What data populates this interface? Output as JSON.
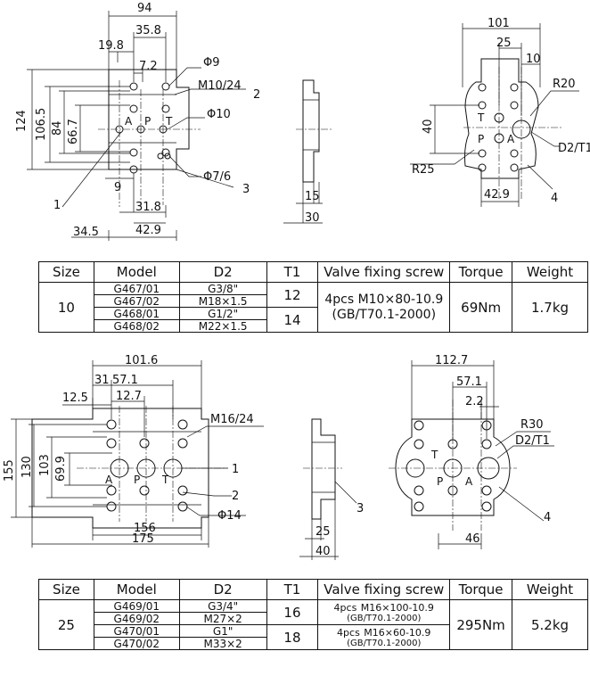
{
  "drawing1": {
    "front_dims": [
      "94",
      "35.8",
      "19.8",
      "7.2",
      "124",
      "106.5",
      "84",
      "66.7",
      "9",
      "31.8",
      "34.5",
      "42.9"
    ],
    "front_labels": [
      "Φ9",
      "M10/24",
      "2",
      "Φ10",
      "Φ7/6",
      "3",
      "1"
    ],
    "port_letters": [
      "A",
      "P",
      "T"
    ],
    "side_dims": [
      "15",
      "30"
    ],
    "right_dims": [
      "101",
      "25",
      "10",
      "40",
      "42.9"
    ],
    "right_labels": [
      "R20",
      "R25",
      "D2/T1",
      "4"
    ],
    "right_ports": [
      "T",
      "P",
      "A"
    ]
  },
  "table1": {
    "headers": [
      "Size",
      "Model",
      "D2",
      "T1",
      "Valve fixing screw",
      "Torque",
      "Weight"
    ],
    "size": "10",
    "models": [
      "G467/01",
      "G467/02",
      "G468/01",
      "G468/02"
    ],
    "d2": [
      "G3/8\"",
      "M18×1.5",
      "G1/2\"",
      "M22×1.5"
    ],
    "t1": [
      "12",
      "14"
    ],
    "screw": [
      "4pcs M10×80-10.9",
      "(GB/T70.1-2000)"
    ],
    "torque": "69Nm",
    "weight": "1.7kg"
  },
  "drawing2": {
    "front_dims": [
      "101.6",
      "31",
      "57.1",
      "12.5",
      "12.7",
      "155",
      "130",
      "103",
      "69.9",
      "156",
      "175"
    ],
    "front_labels": [
      "M16/24",
      "1",
      "2",
      "Φ14"
    ],
    "port_letters": [
      "A",
      "P",
      "T"
    ],
    "side_dims": [
      "25",
      "40"
    ],
    "side_labels": [
      "3"
    ],
    "right_dims": [
      "112.7",
      "57.1",
      "2.2",
      "46"
    ],
    "right_labels": [
      "R30",
      "D2/T1",
      "4"
    ],
    "right_ports": [
      "T",
      "P",
      "A"
    ]
  },
  "table2": {
    "headers": [
      "Size",
      "Model",
      "D2",
      "T1",
      "Valve fixing screw",
      "Torque",
      "Weight"
    ],
    "size": "25",
    "models": [
      "G469/01",
      "G469/02",
      "G470/01",
      "G470/02"
    ],
    "d2": [
      "G3/4\"",
      "M27×2",
      "G1\"",
      "M33×2"
    ],
    "t1": [
      "16",
      "18"
    ],
    "screw_pcs": [
      "4pcs",
      "4pcs"
    ],
    "screw_spec": [
      "M16×100-10.9",
      "M16×60-10.9"
    ],
    "screw_std": [
      "(GB/T70.1-2000)",
      "(GB/T70.1-2000)"
    ],
    "torque": "295Nm",
    "weight": "5.2kg"
  }
}
